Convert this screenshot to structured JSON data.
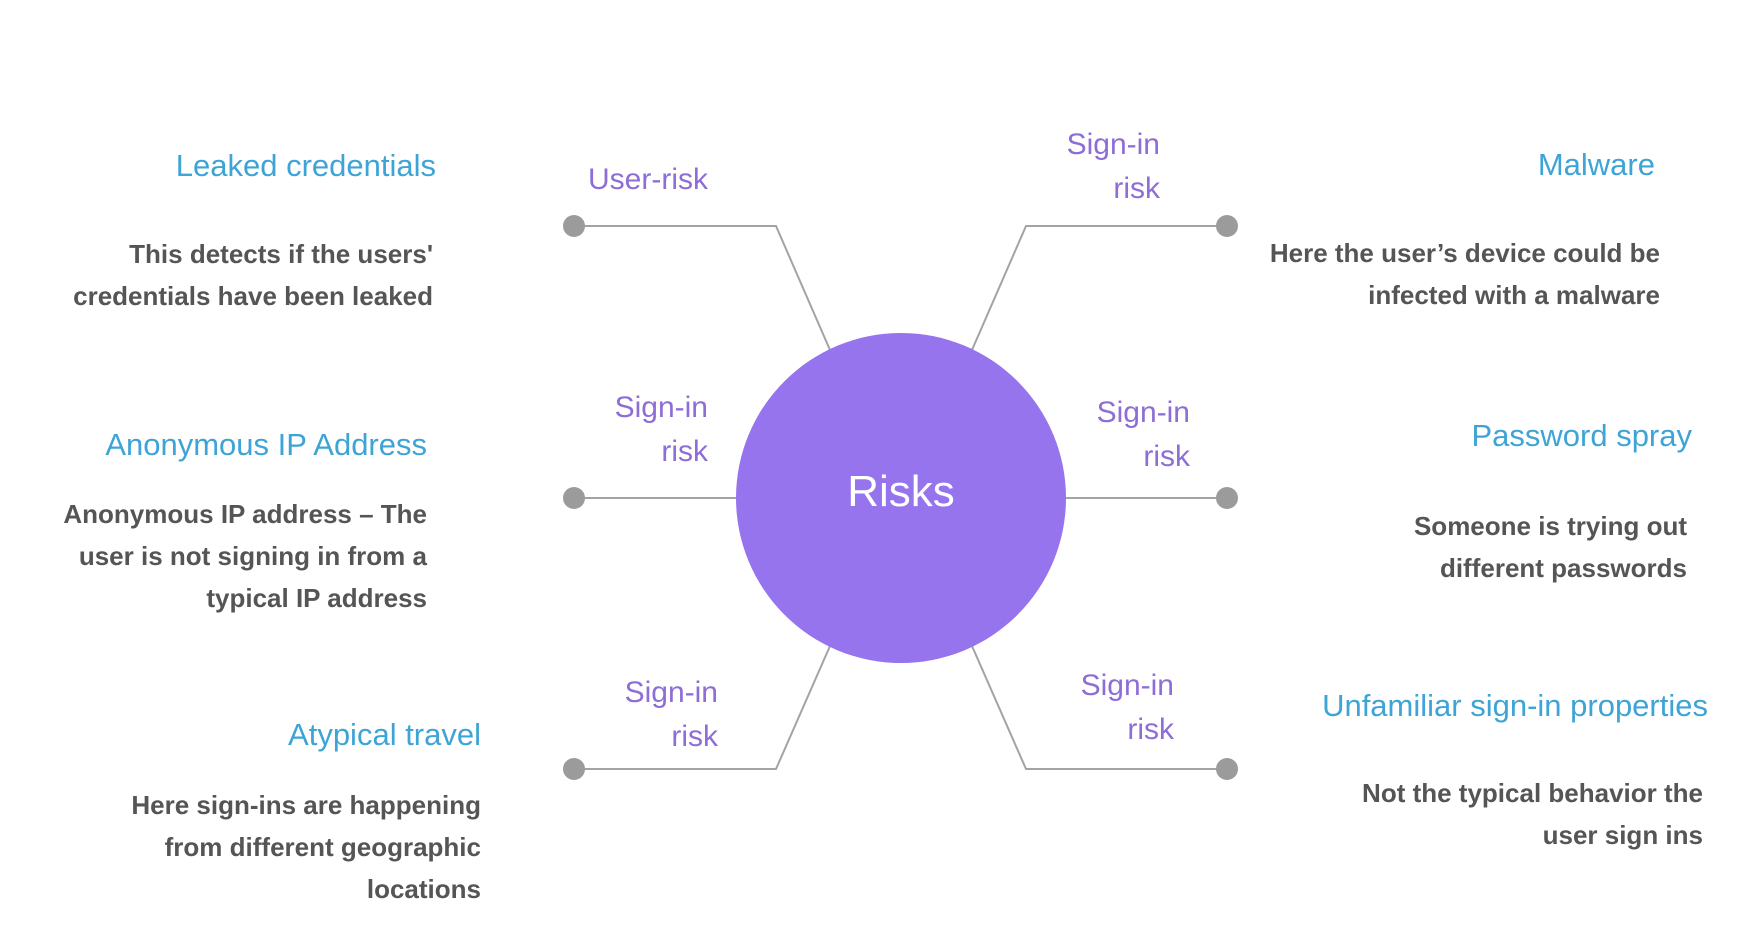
{
  "center": {
    "label": "Risks"
  },
  "colors": {
    "center": "#9674ee",
    "risk_label": "#8e6dd6",
    "title": "#3ea4d6",
    "description": "#555555",
    "connector": "#a3a3a3"
  },
  "risks": [
    {
      "id": "leaked",
      "risk_type": "User-risk",
      "title": "Leaked credentials",
      "description": "This detects if the users' credentials have been leaked"
    },
    {
      "id": "anon",
      "risk_type": "Sign-in risk",
      "title": "Anonymous IP Address",
      "description": "Anonymous IP address – The user is not signing in from a typical IP address"
    },
    {
      "id": "travel",
      "risk_type": "Sign-in risk",
      "title": "Atypical travel",
      "description": "Here sign-ins are happening from different geographic locations"
    },
    {
      "id": "malware",
      "risk_type": "Sign-in risk",
      "title": "Malware",
      "description": "Here the user’s device could be infected with a malware"
    },
    {
      "id": "spray",
      "risk_type": "Sign-in risk",
      "title": "Password spray",
      "description": "Someone is trying out different passwords"
    },
    {
      "id": "unfamiliar",
      "risk_type": "Sign-in risk",
      "title": "Unfamiliar sign-in properties",
      "description": "Not the typical behavior the user sign ins"
    }
  ]
}
